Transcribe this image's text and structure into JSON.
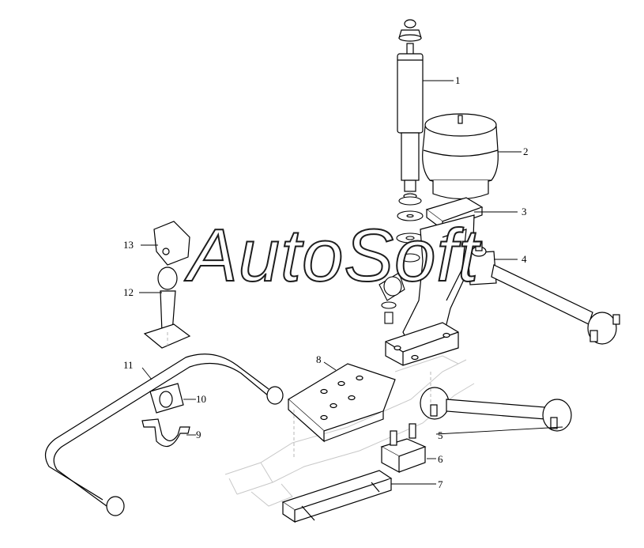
{
  "diagram": {
    "watermark": "AutoSoft",
    "callouts": [
      {
        "id": "1",
        "label": "1"
      },
      {
        "id": "2",
        "label": "2"
      },
      {
        "id": "3",
        "label": "3"
      },
      {
        "id": "4",
        "label": "4"
      },
      {
        "id": "5",
        "label": "5"
      },
      {
        "id": "6",
        "label": "6"
      },
      {
        "id": "7",
        "label": "7"
      },
      {
        "id": "8",
        "label": "8"
      },
      {
        "id": "9",
        "label": "9"
      },
      {
        "id": "10",
        "label": "10"
      },
      {
        "id": "11",
        "label": "11"
      },
      {
        "id": "12",
        "label": "12"
      },
      {
        "id": "13",
        "label": "13"
      }
    ]
  }
}
